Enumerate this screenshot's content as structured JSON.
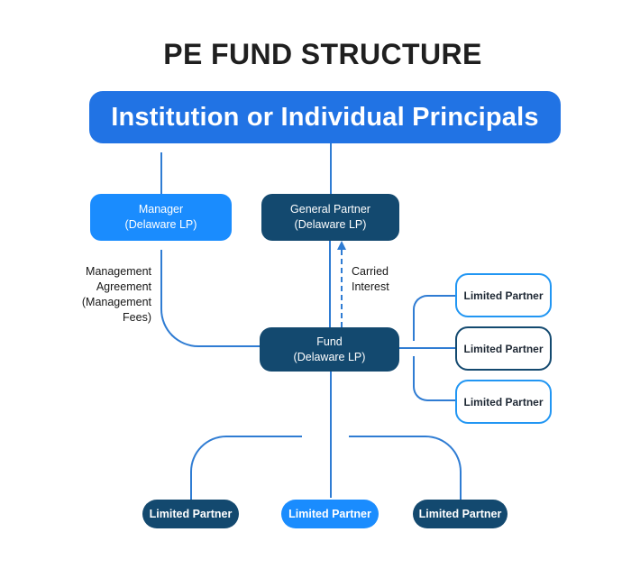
{
  "title": "PE FUND STRUCTURE",
  "colors": {
    "banner_blue": "#2173E4",
    "bright_blue": "#1A8CFE",
    "navy": "#13496F",
    "line_blue": "#2F7CD3",
    "lp_border_blue": "#2196F3",
    "background": "#FFFFFF",
    "text_dark": "#1F1F1F"
  },
  "nodes": {
    "principals": {
      "label": "Institution or Individual Principals"
    },
    "manager": {
      "line1": "Manager",
      "line2": "(Delaware LP)"
    },
    "general_partner": {
      "line1": "General Partner",
      "line2": "(Delaware LP)"
    },
    "fund": {
      "line1": "Fund",
      "line2": "(Delaware LP)"
    },
    "right_limited_partners": [
      {
        "label": "Limited Partner"
      },
      {
        "label": "Limited Partner"
      },
      {
        "label": "Limited Partner"
      }
    ],
    "bottom_limited_partners": [
      {
        "label": "Limited Partner"
      },
      {
        "label": "Limited Partner"
      },
      {
        "label": "Limited Partner"
      }
    ]
  },
  "edge_labels": {
    "management": "Management\nAgreement\n(Management\nFees)",
    "carried_interest": "Carried\nInterest"
  }
}
